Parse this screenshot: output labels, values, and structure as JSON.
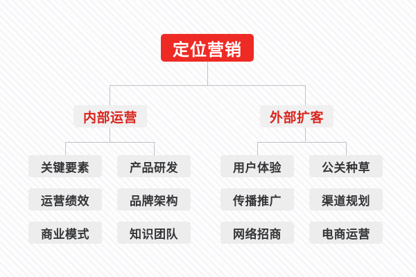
{
  "diagram": {
    "type": "organization-tree",
    "colors": {
      "root_bg": "#ee2a24",
      "root_text": "#ffffff",
      "branch_bg": "#f0f0f1",
      "branch_text": "#d9251d",
      "leaf_bg": "#ededee",
      "leaf_text": "#333436",
      "connector": "#bfc1c3",
      "background": "#fdfdfe"
    },
    "root": {
      "label": "定位营销"
    },
    "branches": [
      {
        "label": "内部运营",
        "leaves": [
          "关键要素",
          "产品研发",
          "运营绩效",
          "品牌架构",
          "商业模式",
          "知识团队"
        ]
      },
      {
        "label": "外部扩客",
        "leaves": [
          "用户体验",
          "公关种草",
          "传播推广",
          "渠道规划",
          "网络招商",
          "电商运营"
        ]
      }
    ]
  }
}
